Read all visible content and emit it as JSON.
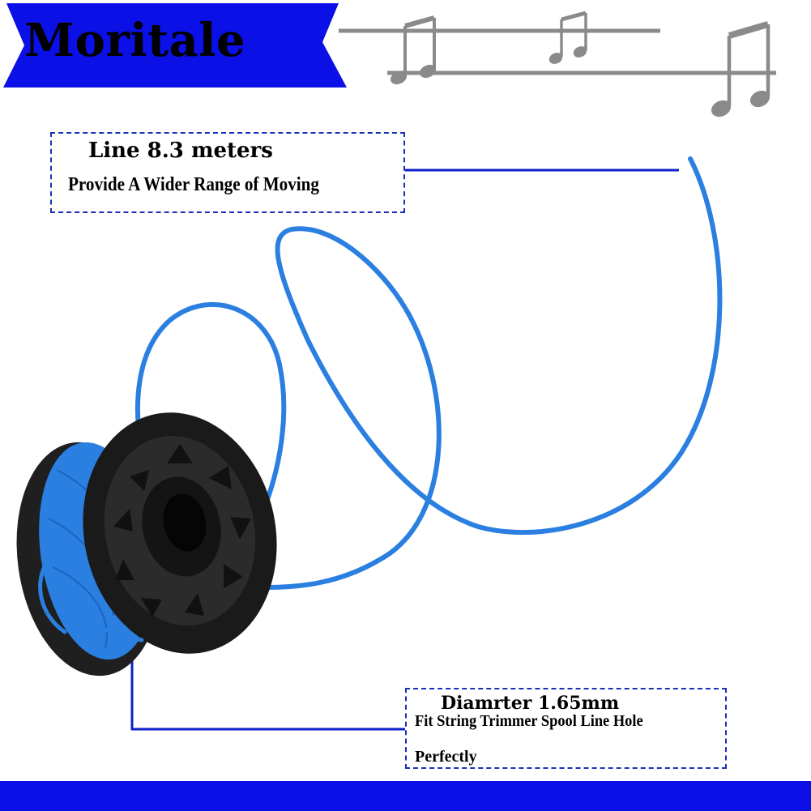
{
  "brand": {
    "name": "Moritale",
    "banner_color": "#0a10e6",
    "text_color": "#000000"
  },
  "callouts": {
    "line_length": {
      "title": "Line 8.3 meters",
      "subtitle": "Provide A Wider Range of  Moving"
    },
    "diameter": {
      "title": "Diamrter 1.65mm",
      "subtitle": "Fit String Trimmer Spool Line Hole",
      "subtitle_2": "Perfectly"
    },
    "border_color": "#1a2fb8",
    "connector_color": "#0d1fc8"
  },
  "product": {
    "line_color": "#2a7fe0",
    "spool_color": "#1a1a1a"
  },
  "decor": {
    "music_note_color": "#8a8a8a",
    "footer_color": "#0a10e6"
  }
}
